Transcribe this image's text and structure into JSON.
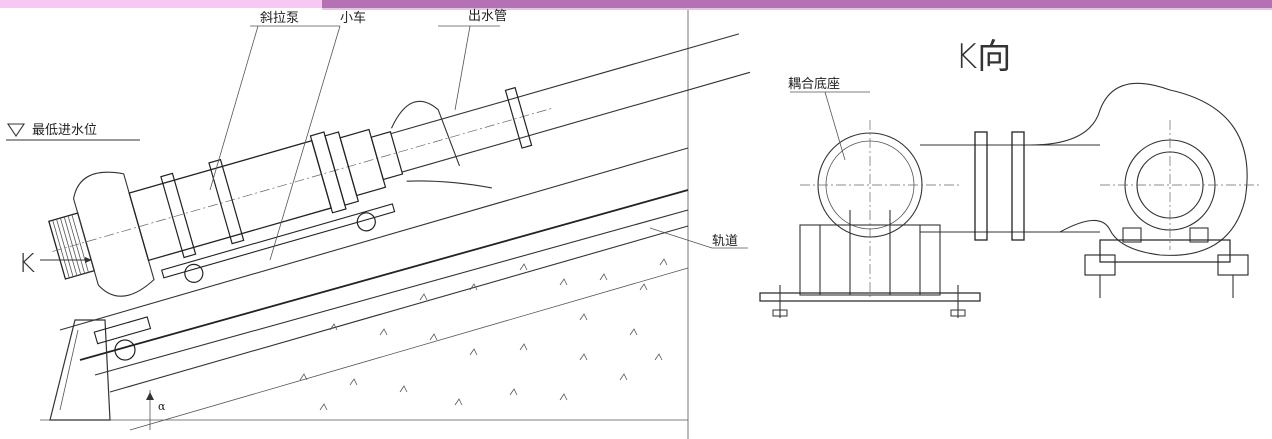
{
  "banner": {
    "left_color": "#f6c8f2",
    "right_color": "#b472b4",
    "right_light": "#e2c6e2"
  },
  "side_view": {
    "labels": {
      "pump": "斜拉泵",
      "cart": "小车",
      "outlet_pipe": "出水管",
      "min_water_level": "最低进水位",
      "rail": "轨道",
      "view_marker": "K",
      "angle": "α"
    }
  },
  "k_view": {
    "title": "K向",
    "labels": {
      "coupling_base": "耦合底座"
    }
  }
}
